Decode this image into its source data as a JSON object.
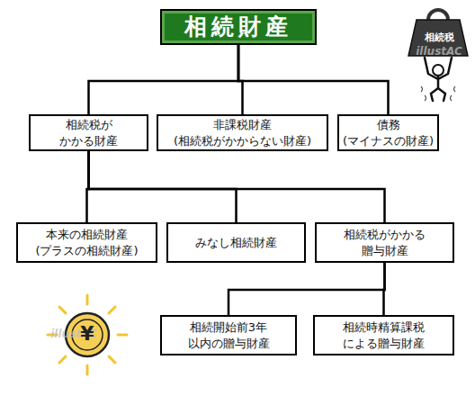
{
  "diagram": {
    "nodes": [
      {
        "text": [
          "相続財産"
        ]
      },
      {
        "text": [
          "相続税が かかる財産"
        ]
      },
      {
        "text": [
          "非課税財産 (相続税がかからない財産)"
        ]
      },
      {
        "text": [
          "債務 (マイナスの財産)"
        ]
      },
      {
        "text": [
          "本来の相続財産 (プラスの相続財産)"
        ]
      },
      {
        "text": [
          "みなし相続財産"
        ]
      },
      {
        "text": [
          "相続税がかかる 贈与財産"
        ]
      },
      {
        "text": [
          "相続開始前3年 以内の贈与財産"
        ]
      },
      {
        "text": [
          "相続時精算課税 による贈与財産"
        ]
      }
    ],
    "edges": [
      {
        "from": 0,
        "to": 1,
        "arrow": "none"
      },
      {
        "from": 0,
        "to": 2,
        "arrow": "none"
      },
      {
        "from": 0,
        "to": 3,
        "arrow": "none"
      },
      {
        "from": 1,
        "to": 4,
        "arrow": "none"
      },
      {
        "from": 1,
        "to": 5,
        "arrow": "none"
      },
      {
        "from": 1,
        "to": 6,
        "arrow": "none"
      },
      {
        "from": 6,
        "to": 7,
        "arrow": "none"
      },
      {
        "from": 6,
        "to": 8,
        "arrow": "none"
      }
    ],
    "labels": [
      "相続税",
      "illustAC",
      "illustAC",
      "¥"
    ]
  }
}
